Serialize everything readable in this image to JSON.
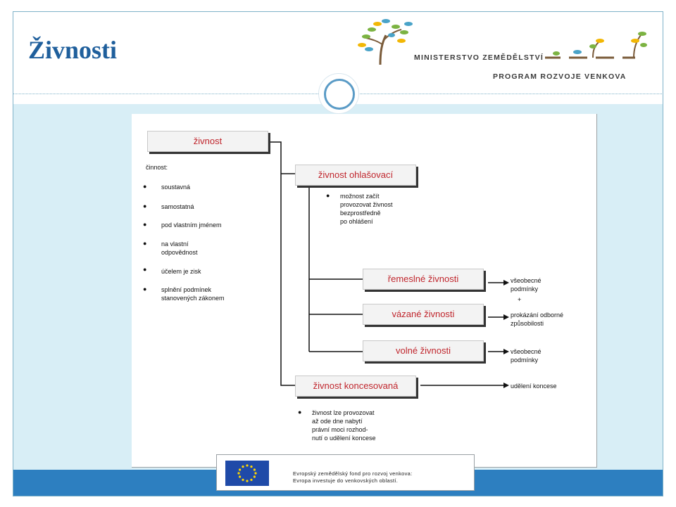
{
  "slide": {
    "title": "Živnosti",
    "header_logo": {
      "ministry": "MINISTERSTVO ZEMĚDĚLSTVÍ",
      "program": "PROGRAM ROZVOJE VENKOVA"
    }
  },
  "diagram": {
    "root": "živnost",
    "root_note_label": "činnost:",
    "root_bullets": [
      "soustavná",
      "samostatná",
      "pod vlastním jménem",
      "na vlastní\nodpovědnost",
      "účelem je zisk",
      "splnění podmínek\nstanovených zákonem"
    ],
    "ohlasovaci": "živnost ohlašovací",
    "ohlasovaci_note": "možnost začít\nprovozovat živnost\nbezprostředně\npo ohlášení",
    "remeslne": "řemeslné živnosti",
    "vazane": "vázané živnosti",
    "volne": "volné živnosti",
    "remeslne_out": "všeobecné\npodmínky",
    "plus": "+",
    "vazane_out": "prokázání odborné\nzpůsobilosti",
    "volne_out": "všeobecné\npodmínky",
    "koncesovana": "živnost koncesovaná",
    "koncesovana_out": "udělení koncese",
    "koncesovana_note": "živnost lze provozovat\naž ode dne nabytí\nprávní moci rozhod-\nnutí o udělení koncese"
  },
  "eu_banner": {
    "line1": "Evropský zemědělský fond pro rozvoj venkova:",
    "line2": "Evropa investuje do venkovských oblastí."
  },
  "colors": {
    "title": "#1f5f9c",
    "box_text": "#c0262d",
    "light_bg": "#d8eef6",
    "bottom_bar": "#2d7fc0"
  }
}
